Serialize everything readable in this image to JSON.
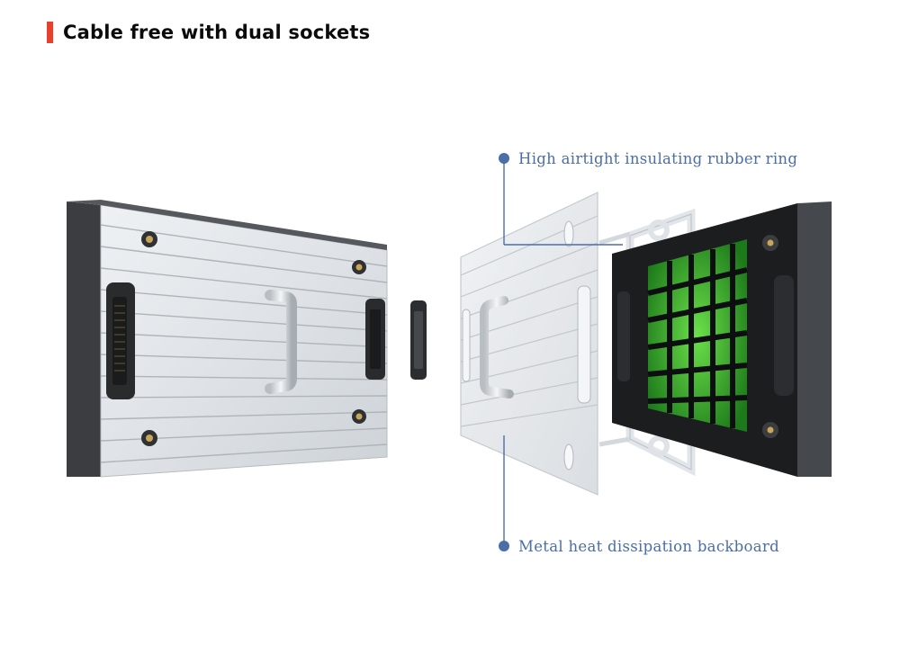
{
  "header": {
    "title": "Cable free with dual sockets",
    "accent_color": "#e8402a"
  },
  "callouts": {
    "top_label": "High airtight insulating rubber ring",
    "bottom_label": "Metal heat dissipation backboard",
    "color": "#4a6ea8"
  }
}
